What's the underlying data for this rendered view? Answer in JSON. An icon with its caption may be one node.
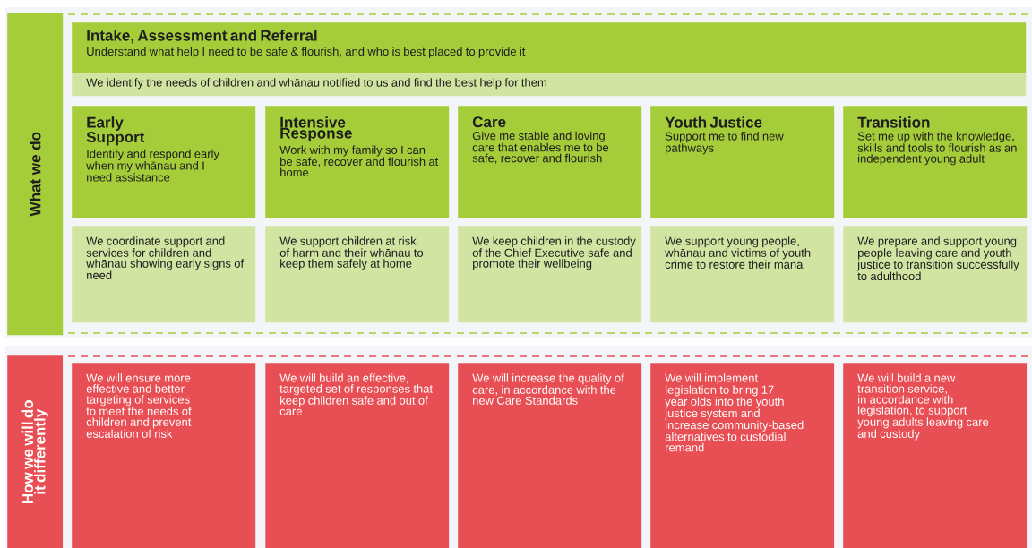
{
  "diagram": {
    "nodes": [
      {
        "text": [
          "What we do"
        ]
      },
      {
        "text": [
          "Intake, Assessment and Referral",
          "Understand what help I need to be safe & flourish, and who is best placed to provide it"
        ]
      },
      {
        "text": [
          "We identify the needs of children and whānau notified to us and find the best help for them"
        ]
      },
      {
        "text": [
          "Early Support",
          "Identify and respond early when my whānau and I need assistance"
        ]
      },
      {
        "text": [
          "Intensive Response",
          "Work with my family so I can be safe, recover and flourish at home"
        ]
      },
      {
        "text": [
          "Care",
          "Give me stable and loving care that enables me to be safe, recover and flourish"
        ]
      },
      {
        "text": [
          "Youth Justice",
          "Support me to find new pathways"
        ]
      },
      {
        "text": [
          "Transition",
          "Set me up with the knowledge, skills and tools to flourish as an independent young adult"
        ]
      },
      {
        "text": [
          "We coordinate support and services for children and whānau showing early signs of need"
        ]
      },
      {
        "text": [
          "We support children at risk of harm and their whānau to keep them safely at home"
        ]
      },
      {
        "text": [
          "We keep children in the custody of the Chief Executive safe and promote their wellbeing"
        ]
      },
      {
        "text": [
          "We support young people, whānau and victims of youth crime to restore their mana"
        ]
      },
      {
        "text": [
          "We prepare and support young people leaving care and youth justice to transition successfully to adulthood"
        ]
      },
      {
        "text": [
          "How we will do it differently"
        ]
      },
      {
        "text": [
          "We will ensure more effective and better targeting of services to meet the needs of children and prevent escalation of risk"
        ]
      },
      {
        "text": [
          "We will build an effective, targeted set of responses that keep children safe and out of care"
        ]
      },
      {
        "text": [
          "We will increase the quality of care, in accordance with the new Care Standards"
        ]
      },
      {
        "text": [
          "We will implement legislation to bring 17 year olds into the youth justice system and increase community-based alternatives to custodial remand"
        ]
      },
      {
        "text": [
          "We will build a new transition service, in accordance with legislation, to support young adults leaving care and custody"
        ]
      }
    ]
  }
}
